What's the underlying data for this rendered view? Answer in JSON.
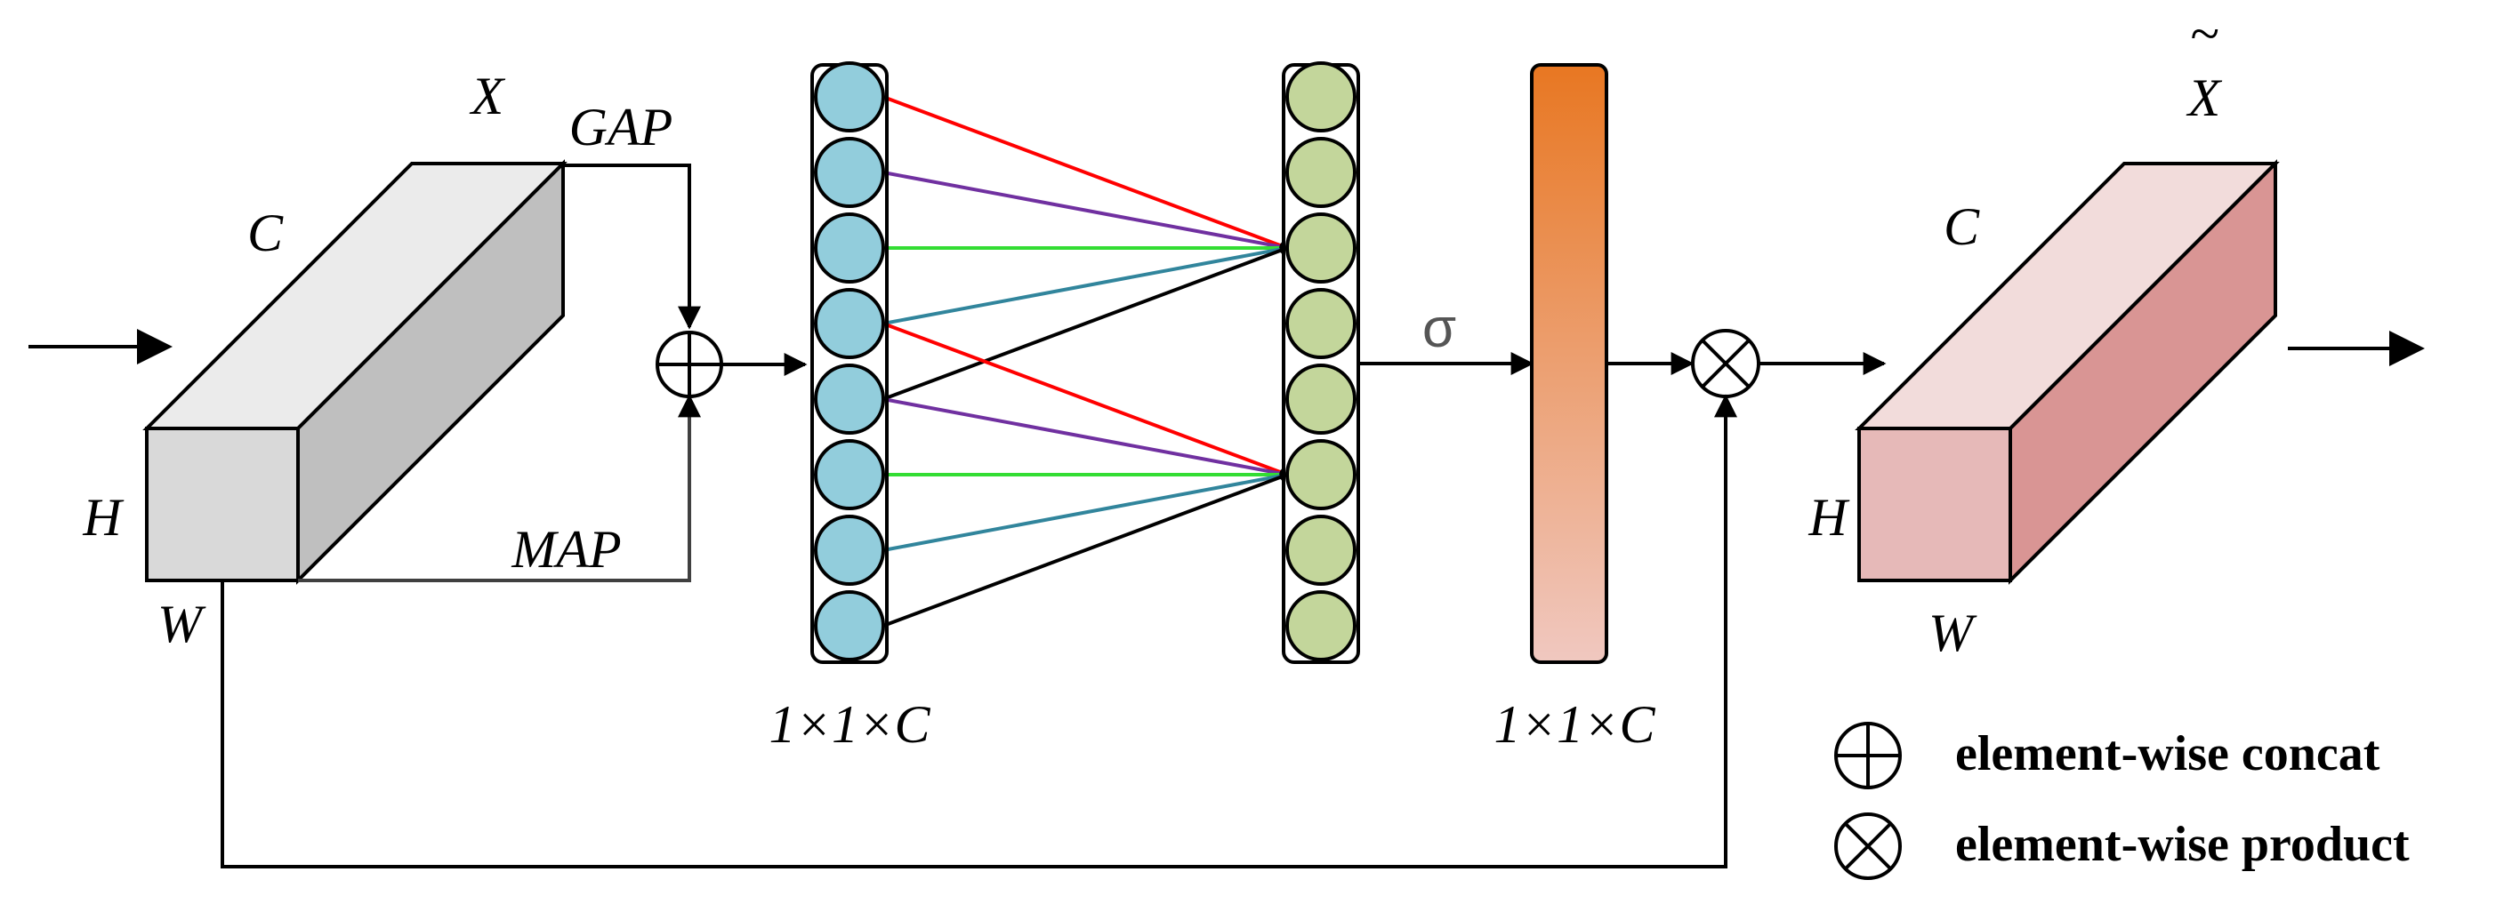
{
  "labels": {
    "x_in": "X",
    "gap": "GAP",
    "map": "MAP",
    "c_in": "C",
    "h_in": "H",
    "w_in": "W",
    "vec1_dim": "1×1×C",
    "sigma": "σ",
    "vec3_dim": "1×1×C",
    "x_out_tilde": "~",
    "x_out": "X",
    "c_out": "C",
    "h_out": "H",
    "w_out": "W"
  },
  "legend": {
    "concat_label": "element-wise concat",
    "product_label": "element-wise product"
  },
  "colors": {
    "input_front": "#d9d9d9",
    "input_top": "#ebebeb",
    "input_side": "#bfbfbf",
    "node_blue": "#92cddc",
    "node_green": "#c3d69b",
    "bar_top": "#e87722",
    "bar_bottom": "#f0c8c0",
    "output_front": "#e6b9b8",
    "output_top": "#f2dcdb",
    "output_side": "#d99594",
    "conn_red": "#ff0000",
    "conn_purple": "#7030a0",
    "conn_green": "#33dd33",
    "conn_teal": "#31859c",
    "conn_black": "#000000"
  }
}
